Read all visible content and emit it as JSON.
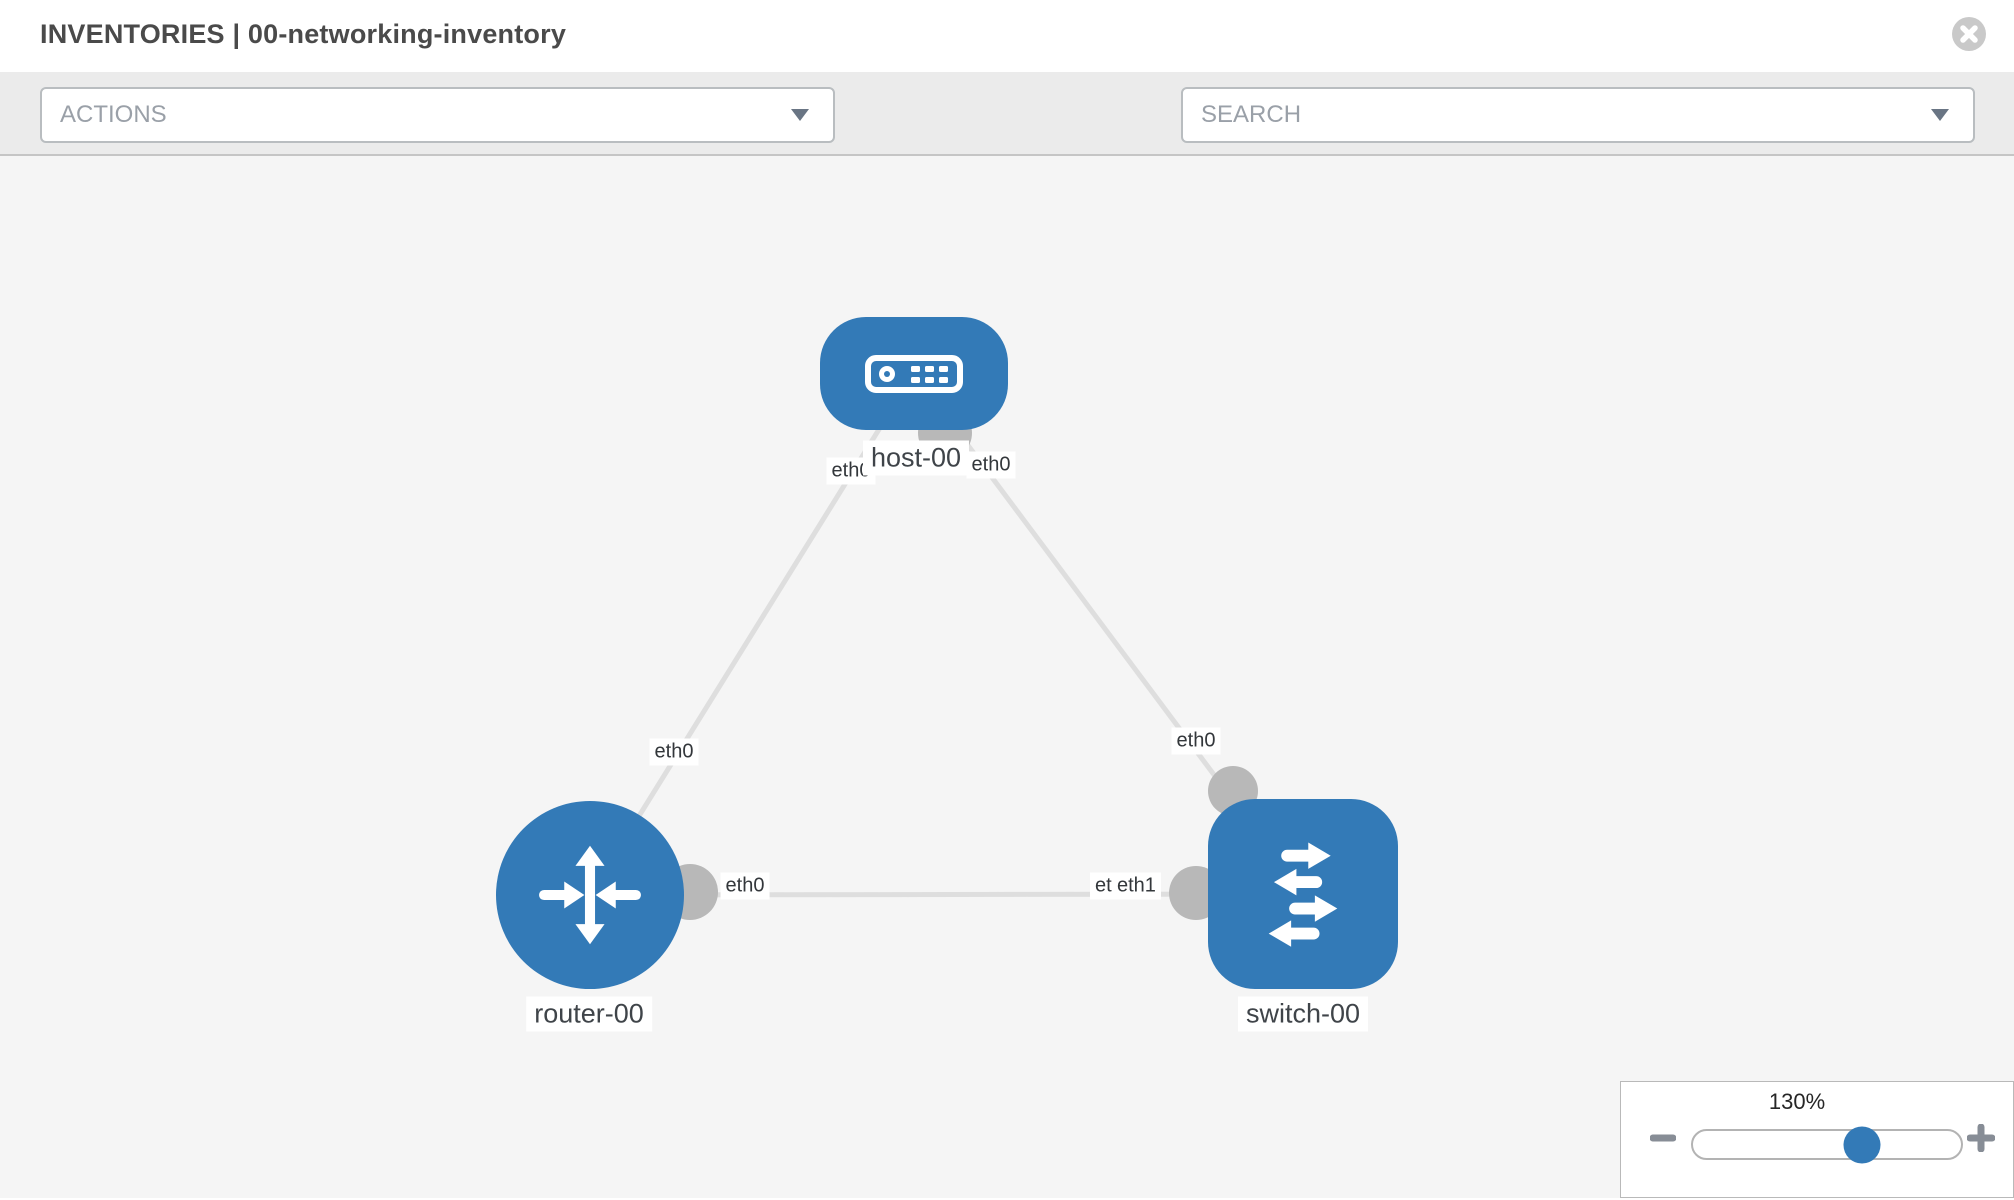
{
  "header": {
    "title": "INVENTORIES | 00-networking-inventory",
    "close_icon": "close"
  },
  "toolbar": {
    "actions_label": "ACTIONS",
    "search_placeholder": "SEARCH",
    "tool_icons": [
      "wrench-icon",
      "key-icon"
    ]
  },
  "topology": {
    "nodes": [
      {
        "label": "host-00",
        "type": "host",
        "icon": "host-device-icon"
      },
      {
        "label": "router-00",
        "type": "router",
        "icon": "router-arrows-icon"
      },
      {
        "label": "switch-00",
        "type": "switch",
        "icon": "switch-arrows-icon"
      }
    ],
    "links": [
      {
        "from": "host-00",
        "from_interface": "eth0",
        "to": "router-00",
        "to_interface": "eth0"
      },
      {
        "from": "host-00",
        "from_interface": "eth0",
        "to": "switch-00",
        "to_interface": "eth0"
      },
      {
        "from": "router-00",
        "from_interface": "eth0",
        "to": "switch-00",
        "to_interface": "eth1"
      }
    ],
    "iface_labels": [
      {
        "text": "eth0"
      },
      {
        "text": "eth0"
      },
      {
        "text": "eth0"
      },
      {
        "text": "eth0"
      },
      {
        "text": "eth0"
      },
      {
        "text": "eth0"
      },
      {
        "text": "eth1"
      }
    ]
  },
  "zoom_control": {
    "value_label": "130%",
    "percent": 63
  },
  "colors": {
    "node_blue": "#337ab7",
    "link_gray": "#dedede",
    "port_gray": "#b8b8b8",
    "canvas_bg": "#f5f5f5",
    "toolbar_bg": "#ebebeb"
  }
}
